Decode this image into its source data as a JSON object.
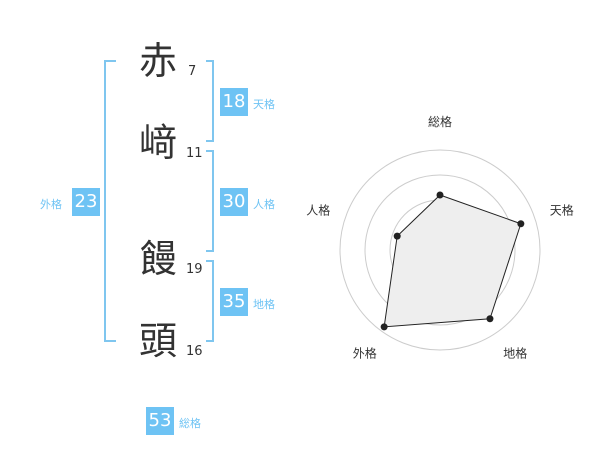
{
  "name": {
    "chars": [
      {
        "char": "赤",
        "strokes": "7"
      },
      {
        "char": "﨑",
        "strokes": "11"
      },
      {
        "char": "饅",
        "strokes": "19"
      },
      {
        "char": "頭",
        "strokes": "16"
      }
    ]
  },
  "kakusu": {
    "tenkaku": {
      "value": "18",
      "label": "天格"
    },
    "jinkaku": {
      "value": "30",
      "label": "人格"
    },
    "chikaku": {
      "value": "35",
      "label": "地格"
    },
    "gaikaku": {
      "value": "23",
      "label": "外格"
    },
    "soukaku": {
      "value": "53",
      "label": "総格"
    }
  },
  "colors": {
    "accent": "#6ec3f4",
    "bracket": "#7fc6ef",
    "text": "#333333"
  },
  "chart_data": {
    "type": "radar",
    "axes": [
      "総格",
      "天格",
      "地格",
      "外格",
      "人格"
    ],
    "values": [
      0.55,
      0.85,
      0.85,
      0.95,
      0.45
    ],
    "max": 1,
    "rings": 4,
    "legend": "none"
  }
}
